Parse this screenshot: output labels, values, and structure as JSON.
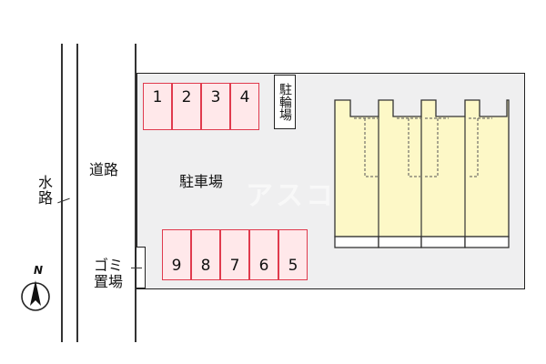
{
  "roads": {
    "waterway_label": "水路",
    "road_label": "道路"
  },
  "lot": {
    "parking_label": "駐車場",
    "bike_parking_label": "駐輪場",
    "garbage_label": "ゴミ置場",
    "top_spaces": [
      "1",
      "2",
      "3",
      "4"
    ],
    "bottom_spaces": [
      "9",
      "8",
      "7",
      "6",
      "5"
    ],
    "watermark": "アスコム"
  },
  "compass": {
    "north_label": "N"
  },
  "colors": {
    "parking_border": "#e03a4d",
    "parking_fill": "#ffe8ea",
    "building_fill": "#fdf8c7",
    "lot_fill": "#efeff0"
  }
}
